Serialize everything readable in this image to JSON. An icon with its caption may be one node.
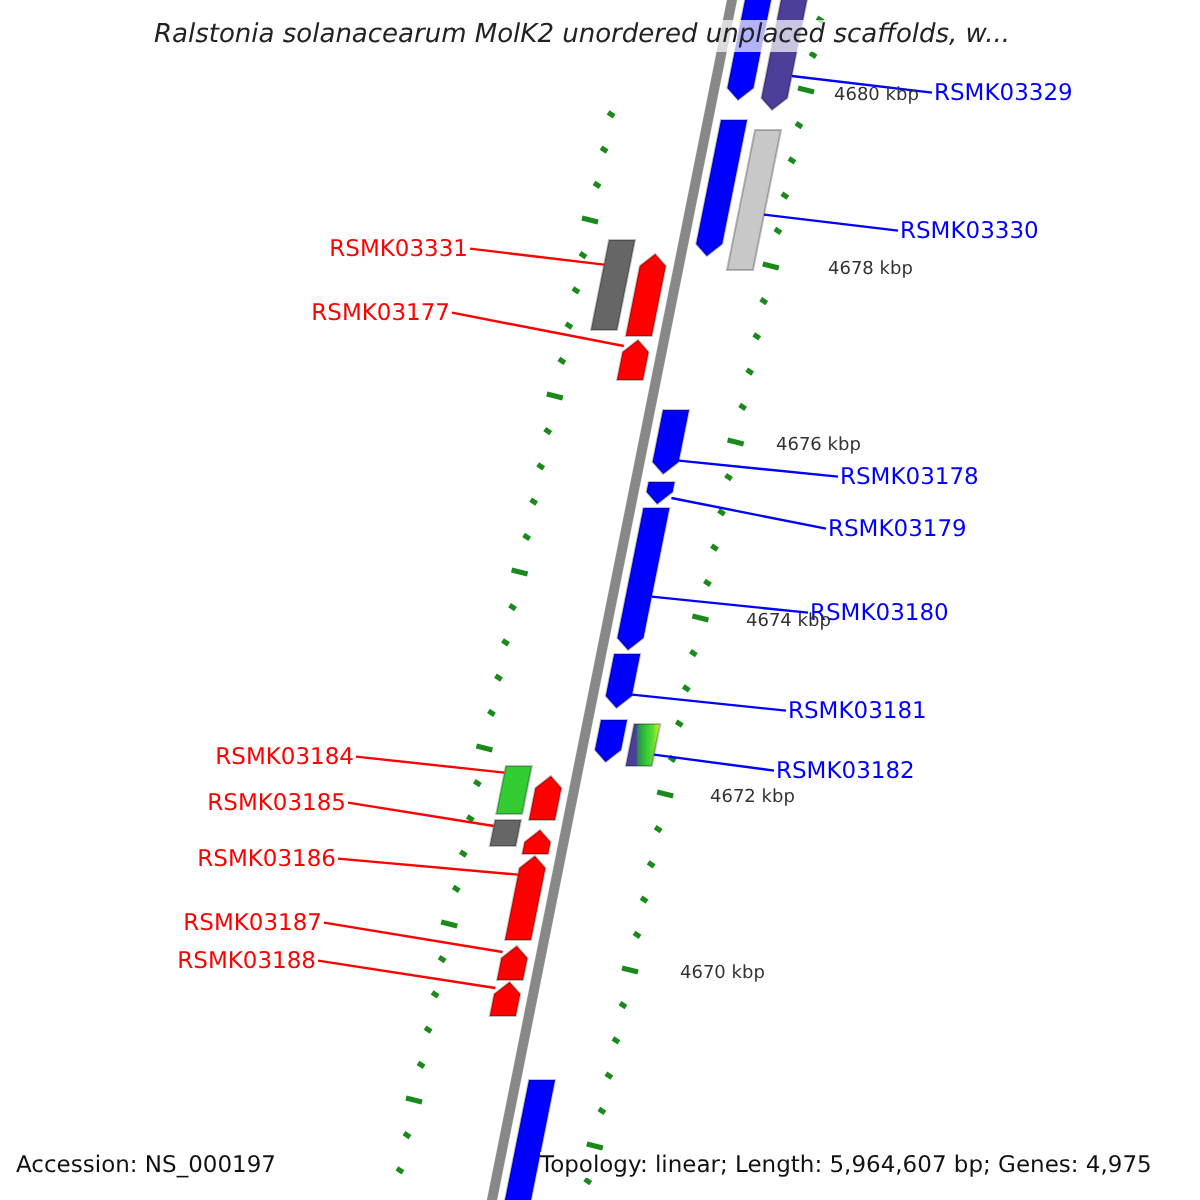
{
  "diagram": {
    "title": "Ralstonia solanacearum MolK2 unordered unplaced scaffolds, w...",
    "nodes": [
      {
        "text": [
          "RSMK03329"
        ]
      },
      {
        "text": [
          "RSMK03330"
        ]
      },
      {
        "text": [
          "RSMK03331"
        ]
      },
      {
        "text": [
          "RSMK03177"
        ]
      },
      {
        "text": [
          "RSMK03178"
        ]
      },
      {
        "text": [
          "RSMK03179"
        ]
      },
      {
        "text": [
          "RSMK03180"
        ]
      },
      {
        "text": [
          "RSMK03181"
        ]
      },
      {
        "text": [
          "RSMK03182"
        ]
      },
      {
        "text": [
          "RSMK03184"
        ]
      },
      {
        "text": [
          "RSMK03185"
        ]
      },
      {
        "text": [
          "RSMK03186"
        ]
      },
      {
        "text": [
          "RSMK03187"
        ]
      },
      {
        "text": [
          "RSMK03188"
        ]
      },
      {
        "text": [],
        "shape": "bar"
      },
      {
        "text": [],
        "shape": "bar"
      },
      {
        "text": [],
        "shape": "bar"
      },
      {
        "text": [],
        "shape": "bar"
      },
      {
        "text": [],
        "shape": "bar"
      },
      {
        "text": [],
        "shape": "bar"
      },
      {
        "text": [],
        "shape": "bar"
      },
      {
        "text": [],
        "shape": "bar"
      },
      {
        "text": [],
        "shape": "bar"
      },
      {
        "text": [],
        "shape": "bar"
      },
      {
        "text": [],
        "shape": "bar"
      },
      {
        "text": [],
        "shape": "bar"
      },
      {
        "text": [],
        "shape": "bar"
      },
      {
        "text": [],
        "shape": "bar"
      },
      {
        "text": [],
        "shape": "bar"
      },
      {
        "text": [],
        "shape": "bar"
      },
      {
        "text": [],
        "shape": "bar"
      },
      {
        "text": [],
        "shape": "bar"
      },
      {
        "text": [],
        "shape": "bar"
      },
      {
        "text": [],
        "shape": "bar"
      },
      {
        "text": [],
        "shape": "bar"
      }
    ],
    "edges": [
      {
        "from": 0,
        "to": 15,
        "arrow": "none",
        "color": "#0000ff"
      },
      {
        "from": 1,
        "to": 17,
        "arrow": "none",
        "color": "#0000ff"
      },
      {
        "from": 2,
        "to": 18,
        "arrow": "none",
        "color": "#ff0000"
      },
      {
        "from": 3,
        "to": 20,
        "arrow": "none",
        "color": "#ff0000"
      },
      {
        "from": 4,
        "to": 21,
        "arrow": "none",
        "color": "#0000ff"
      },
      {
        "from": 5,
        "to": 22,
        "arrow": "none",
        "color": "#0000ff"
      },
      {
        "from": 6,
        "to": 23,
        "arrow": "none",
        "color": "#0000ff"
      },
      {
        "from": 7,
        "to": 24,
        "arrow": "none",
        "color": "#0000ff"
      },
      {
        "from": 8,
        "to": 26,
        "arrow": "none",
        "color": "#0000ff"
      },
      {
        "from": 9,
        "to": 27,
        "arrow": "none",
        "color": "#ff0000"
      },
      {
        "from": 10,
        "to": 29,
        "arrow": "none",
        "color": "#ff0000"
      },
      {
        "from": 11,
        "to": 31,
        "arrow": "none",
        "color": "#ff0000"
      },
      {
        "from": 12,
        "to": 32,
        "arrow": "none",
        "color": "#ff0000"
      },
      {
        "from": 13,
        "to": 33,
        "arrow": "none",
        "color": "#ff0000"
      }
    ],
    "labels": [
      "4680 kbp",
      "4678 kbp",
      "4676 kbp",
      "4674 kbp",
      "4672 kbp",
      "4670 kbp",
      "Accession: NS_000197",
      "Topology: linear; Length: 5,964,607 bp; Genes: 4,975"
    ]
  }
}
